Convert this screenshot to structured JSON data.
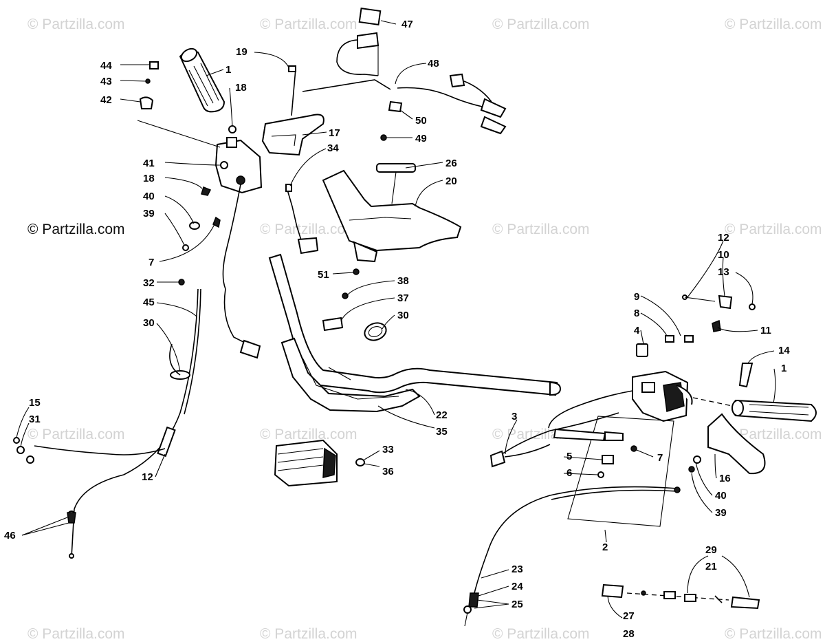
{
  "watermark": {
    "text": "© Partzilla.com",
    "prominent_text": "© Partzilla.com",
    "color": "#d3d3d3"
  },
  "callouts": {
    "c1a": "1",
    "c1b": "1",
    "c2": "2",
    "c3": "3",
    "c4": "4",
    "c5": "5",
    "c6": "6",
    "c7a": "7",
    "c7b": "7",
    "c8": "8",
    "c9": "9",
    "c10": "10",
    "c11": "11",
    "c12": "12",
    "c13": "13",
    "c14": "14",
    "c15": "15",
    "c16": "16",
    "c17": "17",
    "c18a": "18",
    "c18b": "18",
    "c19": "19",
    "c20": "20",
    "c21": "21",
    "c22": "22",
    "c23": "23",
    "c24": "24",
    "c25": "25",
    "c26": "26",
    "c27": "27",
    "c28": "28",
    "c29": "29",
    "c30a": "30",
    "c30b": "30",
    "c31": "31",
    "c32": "32",
    "c33": "33",
    "c34": "34",
    "c35": "35",
    "c36": "36",
    "c37": "37",
    "c38": "38",
    "c39a": "39",
    "c39b": "39",
    "c40a": "40",
    "c40b": "40",
    "c41": "41",
    "c42": "42",
    "c43": "43",
    "c44": "44",
    "c45": "45",
    "c46": "46",
    "c47": "47",
    "c48": "48",
    "c49": "49",
    "c50": "50",
    "c51": "51"
  }
}
